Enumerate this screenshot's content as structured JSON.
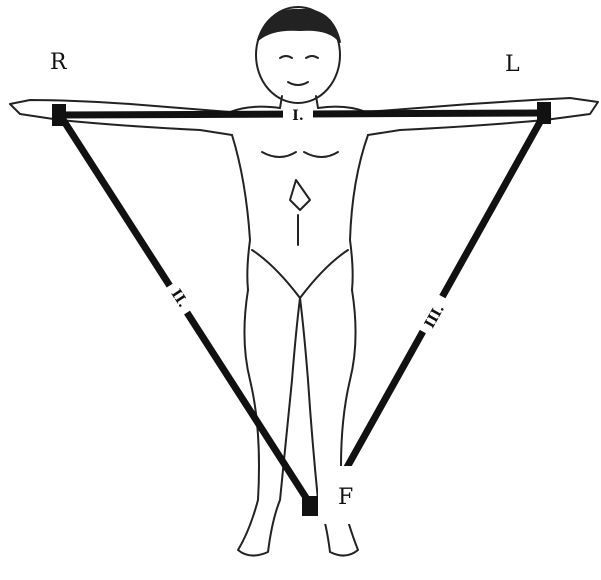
{
  "labels": {
    "right_arm": "R",
    "left_arm": "L",
    "foot": "F"
  },
  "leads": {
    "lead_1": "I.",
    "lead_2": "II.",
    "lead_3": "III."
  },
  "colors": {
    "line": "#111111",
    "background": "#ffffff"
  }
}
